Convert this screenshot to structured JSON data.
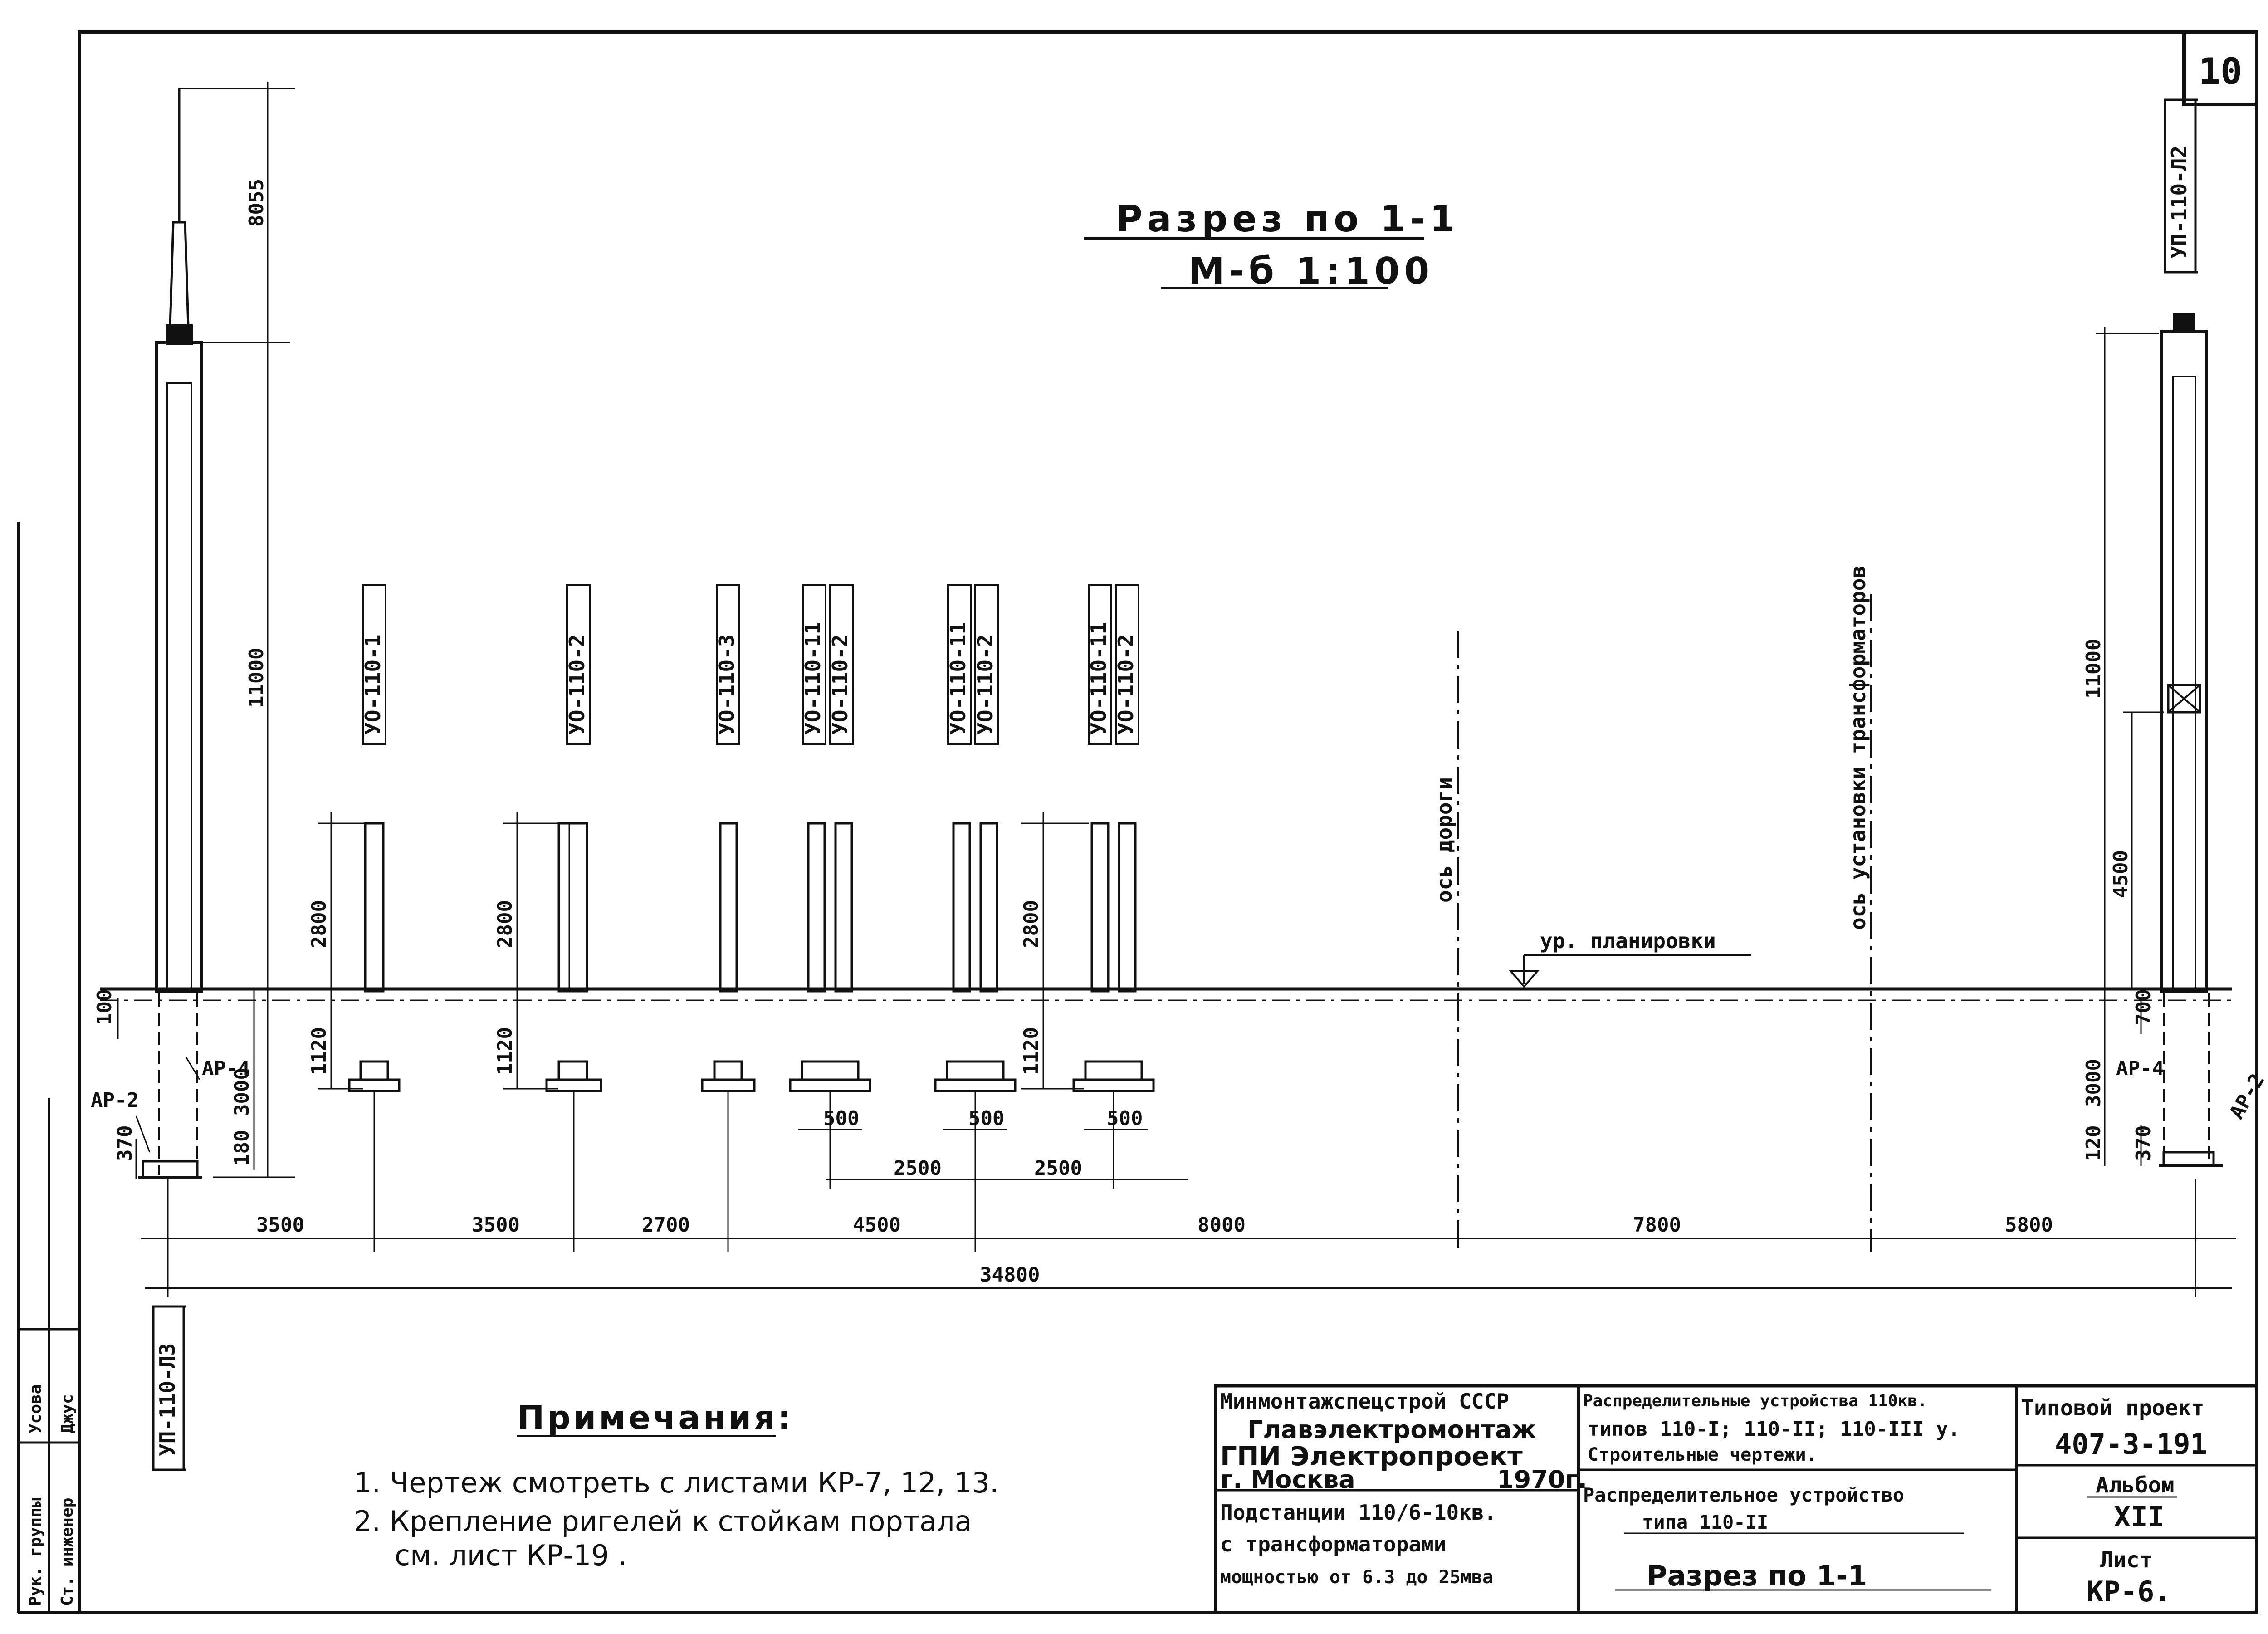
{
  "sheet_number": "10",
  "section_title": "Разрез по 1-1",
  "scale_label": "М-б 1:100",
  "portal_left_label": "УП-110-Л3",
  "portal_right_label": "УП-110-Л2",
  "support_labels": [
    [
      "УО-110-1"
    ],
    [
      "УО-110-2"
    ],
    [
      "УО-110-3"
    ],
    [
      "УО-110-11",
      "УО-110-2"
    ],
    [
      "УО-110-11",
      "УО-110-2"
    ],
    [
      "УО-110-11",
      "УО-110-2"
    ]
  ],
  "axis_road": "ось дороги",
  "axis_transformers": "ось установки трансформаторов",
  "planning_level": "ур. планировки",
  "dims": {
    "left_top": "8055",
    "left_height": "11000",
    "right_height": "11000",
    "right_4500": "4500",
    "d2800a": "2800",
    "d2800b": "2800",
    "d2800c": "2800",
    "d1120a": "1120",
    "d1120b": "1120",
    "d1120c": "1120",
    "d500a": "500",
    "d500b": "500",
    "d500c": "500",
    "d2500a": "2500",
    "d2500b": "2500",
    "left_100": "100",
    "left_3000": "3000",
    "left_370": "370",
    "left_180": "180",
    "right_700": "700",
    "right_3000": "3000",
    "right_120": "120",
    "right_370": "370",
    "spans": [
      "3500",
      "3500",
      "2700",
      "4500",
      "8000",
      "7800",
      "5800"
    ],
    "total": "34800",
    "ar2_left": "АР-2",
    "ar4_left": "АР-4",
    "ar4_right": "АР-4",
    "ar2_right": "АР-2"
  },
  "notes": {
    "heading": "Примечания:",
    "items": [
      "1.  Чертеж смотреть с листами КР-7, 12, 13.",
      "2.  Крепление ригелей к стойкам портала",
      "см. лист КР-19 ."
    ]
  },
  "title_block": {
    "org_1": "Минмонтажспецстрой СССР",
    "org_2": "Главэлектромонтаж",
    "org_3": "ГПИ Электропроект",
    "city": "г. Москва",
    "year": "1970г.",
    "subst_1": "Подстанции 110/6-10кв.",
    "subst_2": "с трансформаторами",
    "subst_3": "мощностью от 6.3 до 25мва",
    "topic_1": "Распределительные устройства 110кв.",
    "topic_2": "типов 110-I; 110-II; 110-III у.",
    "topic_3": "Строительные чертежи.",
    "device_1": "Распределительное устройство",
    "device_2": "типа 110-II",
    "drawing_name": "Разрез по 1-1",
    "project_label": "Типовой проект",
    "project_no": "407-3-191",
    "album_label": "Альбом",
    "album_no": "XII",
    "sheet_label": "Лист",
    "sheet_code": "КР-6."
  },
  "side_stamp": {
    "role_1": "Рук. группы",
    "name_1": "Усова",
    "role_2": "Ст. инженер",
    "name_2": "Джус"
  }
}
